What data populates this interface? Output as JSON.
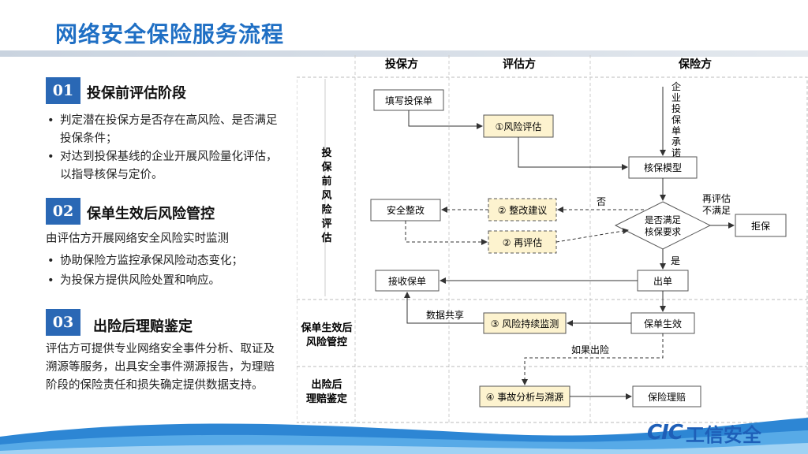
{
  "title": "网络安全保险服务流程",
  "sections": [
    {
      "num": "01",
      "title": "投保前评估阶段",
      "bullets": [
        "判定潜在投保方是否存在高风险、是否满足投保条件；",
        "对达到投保基线的企业开展风险量化评估，以指导核保与定价。"
      ]
    },
    {
      "num": "02",
      "title": "保单生效后风险管控",
      "intro": "由评估方开展网络安全风险实时监测",
      "bullets": [
        "协助保险方监控承保风险动态变化；",
        "为投保方提供风险处置和响应。"
      ]
    },
    {
      "num": "03",
      "title": "出险后理赔鉴定",
      "body": "评估方可提供专业网络安全事件分析、取证及溯源等服务，出具安全事件溯源报告，为理赔阶段的保险责任和损失确定提供数据支持。"
    }
  ],
  "diagram": {
    "columns": [
      "投保方",
      "评估方",
      "保险方"
    ],
    "rows": [
      "投保前风险评估",
      "保单生效后风险管控",
      "出险后理赔鉴定"
    ],
    "nodes": {
      "fill_form": "填写投保单",
      "risk_eval": "①风险评估",
      "commitment": "企业投保单承诺",
      "uw_model": "核保模型",
      "safety_fix": "安全整改",
      "fix_advice": "② 整改建议",
      "reeval": "② 再评估",
      "decision": [
        "是否满足",
        "核保要求"
      ],
      "reject": "拒保",
      "receive": "接收保单",
      "issue": "出单",
      "monitor": "③ 风险持续监测",
      "effective": "保单生效",
      "analysis": "④ 事故分析与溯源",
      "claim": "保险理赔"
    },
    "labels": {
      "no": "否",
      "reeval_fail": [
        "再评估",
        "不满足"
      ],
      "yes": "是",
      "share": "数据共享",
      "if_incident": "如果出险"
    }
  },
  "brand": {
    "mark": "CIC",
    "name": "工信安全"
  },
  "colors": {
    "title": "#1f6fc4",
    "accent": "#2a68b5",
    "yellow_box": "#fdf3cf",
    "yellow_border": "#c9a64a"
  }
}
